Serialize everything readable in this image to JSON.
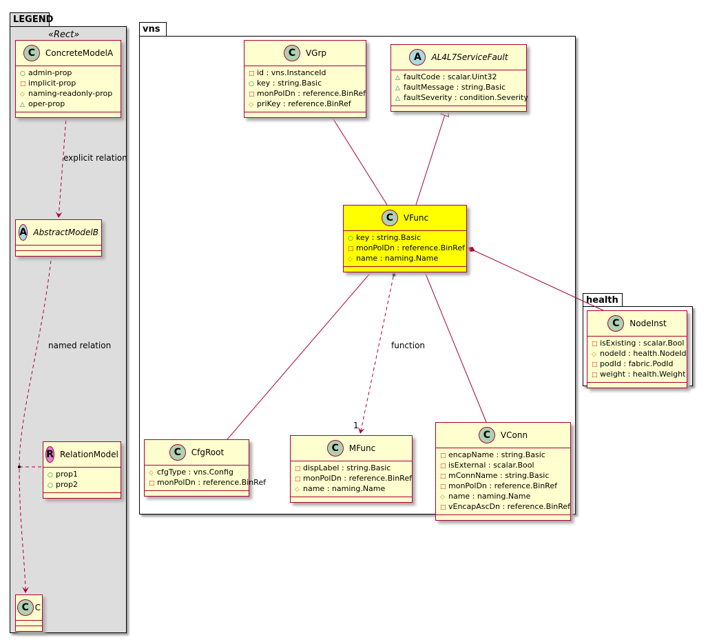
{
  "packages": {
    "legend": "LEGEND",
    "vns": "vns",
    "health": "health"
  },
  "legend_stereotype": "«Rect»",
  "classes": {
    "concrete": {
      "glyph": "C",
      "name": "ConcreteModelA",
      "members": [
        {
          "v": "○",
          "t": "admin-prop"
        },
        {
          "v": "□",
          "t": "implicit-prop"
        },
        {
          "v": "◇",
          "t": "naming-readonly-prop"
        },
        {
          "v": "△",
          "t": "oper-prop"
        }
      ]
    },
    "abstract": {
      "glyph": "A",
      "name": "AbstractModelB",
      "members": []
    },
    "relation": {
      "glyph": "R",
      "name": "RelationModel",
      "members": [
        {
          "v": "○",
          "t": "prop1"
        },
        {
          "v": "○",
          "t": "prop2"
        }
      ]
    },
    "c": {
      "glyph": "C",
      "name": "C",
      "members": []
    },
    "vgrp": {
      "glyph": "C",
      "name": "VGrp",
      "members": [
        {
          "v": "□",
          "t": "id : vns.InstanceId"
        },
        {
          "v": "○",
          "t": "key : string.Basic"
        },
        {
          "v": "□",
          "t": "monPolDn : reference.BinRef"
        },
        {
          "v": "◇",
          "t": "priKey : reference.BinRef"
        }
      ]
    },
    "fault": {
      "glyph": "A",
      "name": "AL4L7ServiceFault",
      "members": [
        {
          "v": "△",
          "t": "faultCode : scalar.Uint32"
        },
        {
          "v": "△",
          "t": "faultMessage : string.Basic"
        },
        {
          "v": "△",
          "t": "faultSeverity : condition.Severity"
        }
      ]
    },
    "vfunc": {
      "glyph": "C",
      "name": "VFunc",
      "members": [
        {
          "v": "○",
          "t": "key : string.Basic"
        },
        {
          "v": "□",
          "t": "monPolDn : reference.BinRef"
        },
        {
          "v": "◇",
          "t": "name : naming.Name"
        }
      ]
    },
    "cfgroot": {
      "glyph": "C",
      "name": "CfgRoot",
      "members": [
        {
          "v": "◇",
          "t": "cfgType : vns.Config"
        },
        {
          "v": "□",
          "t": "monPolDn : reference.BinRef"
        }
      ]
    },
    "mfunc": {
      "glyph": "C",
      "name": "MFunc",
      "members": [
        {
          "v": "□",
          "t": "dispLabel : string.Basic"
        },
        {
          "v": "□",
          "t": "monPolDn : reference.BinRef"
        },
        {
          "v": "◇",
          "t": "name : naming.Name"
        }
      ]
    },
    "vconn": {
      "glyph": "C",
      "name": "VConn",
      "members": [
        {
          "v": "□",
          "t": "encapName : string.Basic"
        },
        {
          "v": "□",
          "t": "isExternal : scalar.Bool"
        },
        {
          "v": "□",
          "t": "mConnName : string.Basic"
        },
        {
          "v": "□",
          "t": "monPolDn : reference.BinRef"
        },
        {
          "v": "◇",
          "t": "name : naming.Name"
        },
        {
          "v": "□",
          "t": "vEncapAscDn : reference.BinRef"
        }
      ]
    },
    "nodeinst": {
      "glyph": "C",
      "name": "NodeInst",
      "members": [
        {
          "v": "□",
          "t": "isExisting : scalar.Bool"
        },
        {
          "v": "◇",
          "t": "nodeId : health.NodeId"
        },
        {
          "v": "□",
          "t": "podId : fabric.PodId"
        },
        {
          "v": "□",
          "t": "weight : health.Weight"
        }
      ]
    }
  },
  "labels": {
    "explicit": "explicit relation",
    "named": "named relation",
    "function": "function",
    "mult_many": "*",
    "mult_one": "1"
  },
  "colors": {
    "border": "#a80036",
    "fill": "#fefece",
    "highlight": "#ffff00",
    "class_circle": "#add1b2",
    "abstract_circle": "#a9dcdf",
    "relation_circle": "#e181d4"
  }
}
